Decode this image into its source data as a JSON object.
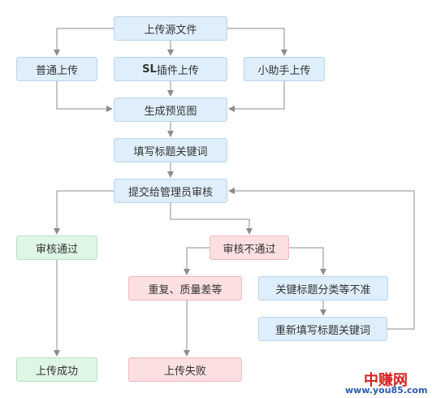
{
  "nodes": {
    "upload_source": "上传源文件",
    "normal_upload": "普通上传",
    "sl_plugin_upload_prefix": "SL",
    "sl_plugin_upload_suffix": "插件上传",
    "assistant_upload": "小助手上传",
    "generate_preview": "生成预览图",
    "fill_title_keywords": "填写标题关键词",
    "submit_to_admin": "提交给管理员审核",
    "review_passed": "审核通过",
    "review_failed": "审核不通过",
    "duplicate_low_quality": "重复、质量差等",
    "inaccurate_keywords": "关键标题分类等不准",
    "refill_title_keywords": "重新填写标题关键词",
    "upload_success": "上传成功",
    "upload_failed": "上传失败"
  },
  "watermark": {
    "main": "中赚网",
    "sub": "www.you85.com"
  },
  "colors": {
    "process": "#deeefa",
    "success": "#dff6e6",
    "failure": "#fbdfe1",
    "connector": "#8c8c8c"
  }
}
